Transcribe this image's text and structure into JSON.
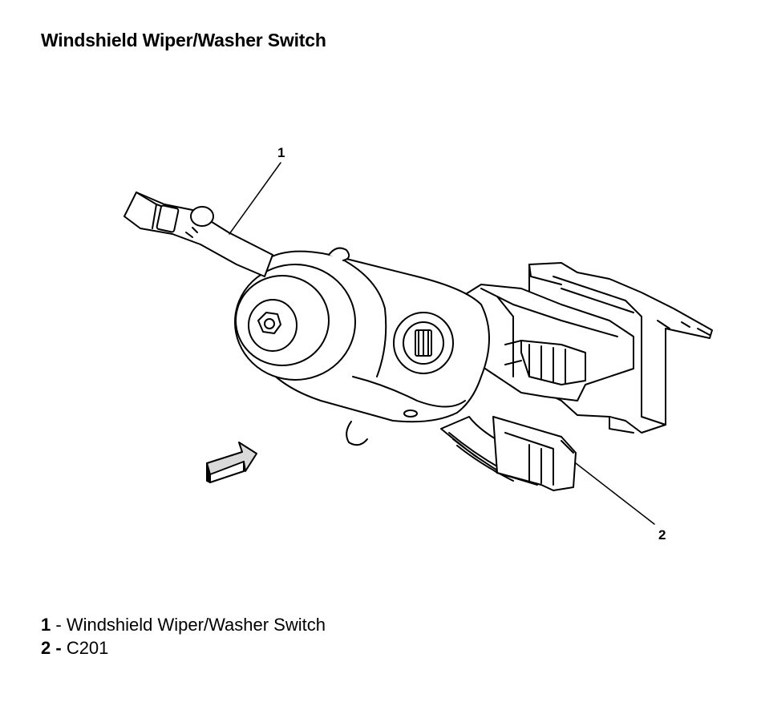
{
  "title": "Windshield Wiper/Washer Switch",
  "callouts": [
    {
      "number": "1",
      "separator": " - ",
      "label": "Windshield Wiper/Washer Switch"
    },
    {
      "number": "2",
      "separator": " - ",
      "label": "C201"
    }
  ],
  "colors": {
    "line": "#000000",
    "background": "#ffffff",
    "shade": "#d9d9d9"
  }
}
